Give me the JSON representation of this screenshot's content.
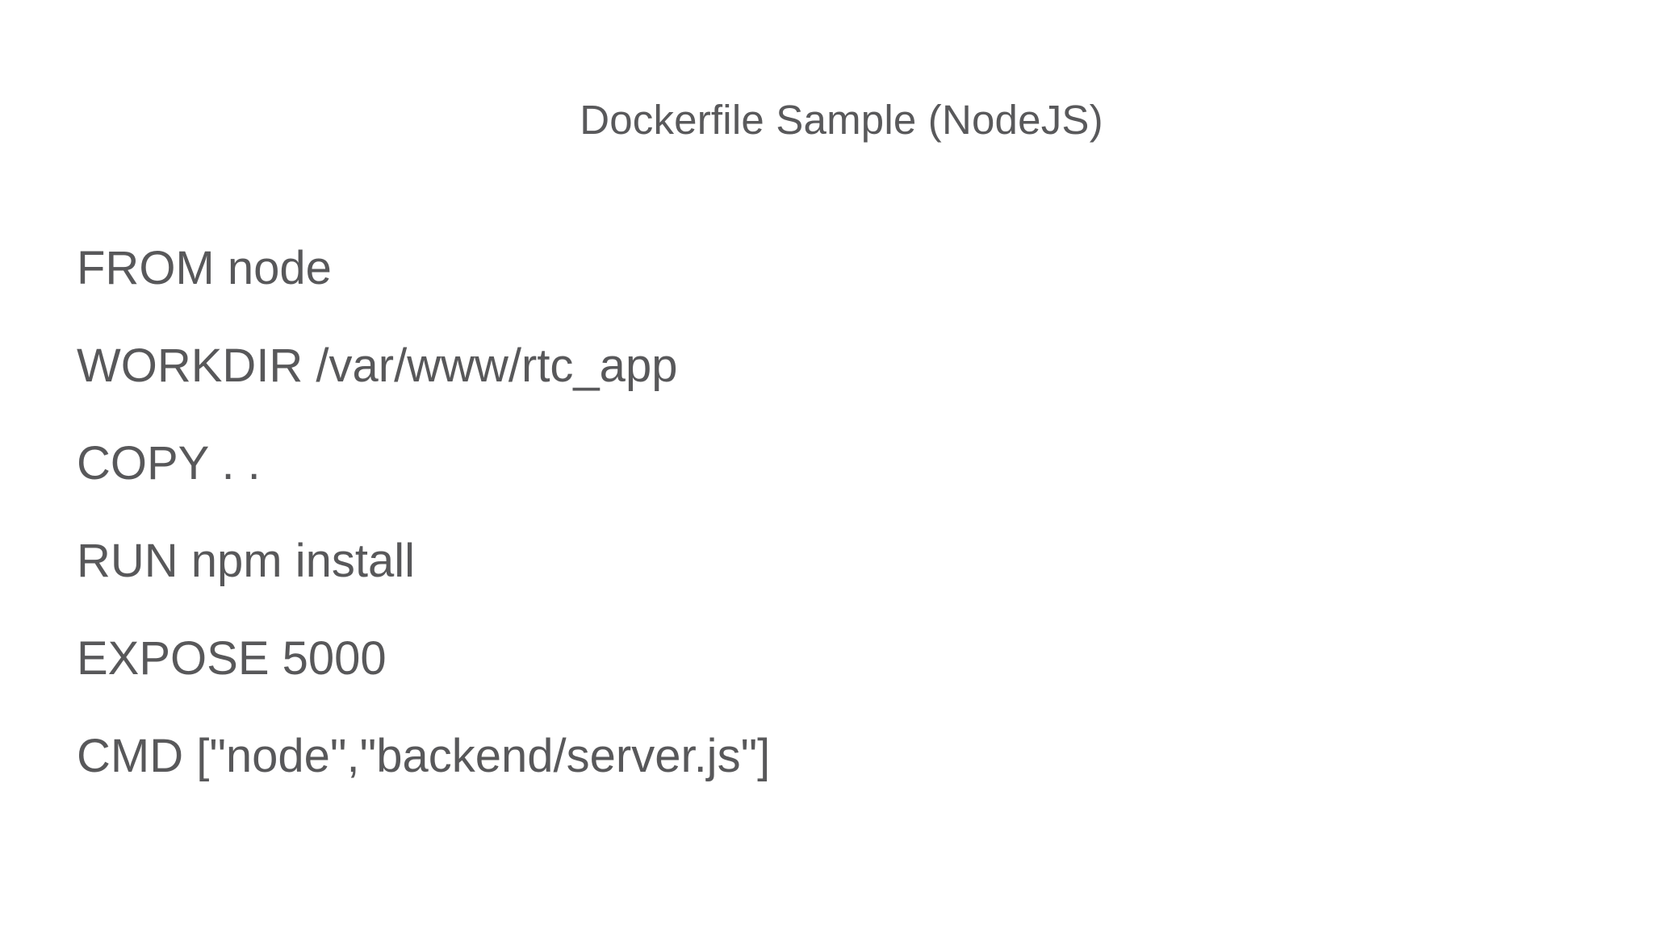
{
  "slide": {
    "title": "Dockerfile Sample (NodeJS)",
    "background_color": "#ffffff",
    "text_color": "#58585a",
    "dockerfile_lines": [
      "FROM node",
      "WORKDIR /var/www/rtc_app",
      "COPY . .",
      "RUN npm install",
      "EXPOSE 5000",
      "CMD [\"node\",\"backend/server.js\"]"
    ]
  }
}
